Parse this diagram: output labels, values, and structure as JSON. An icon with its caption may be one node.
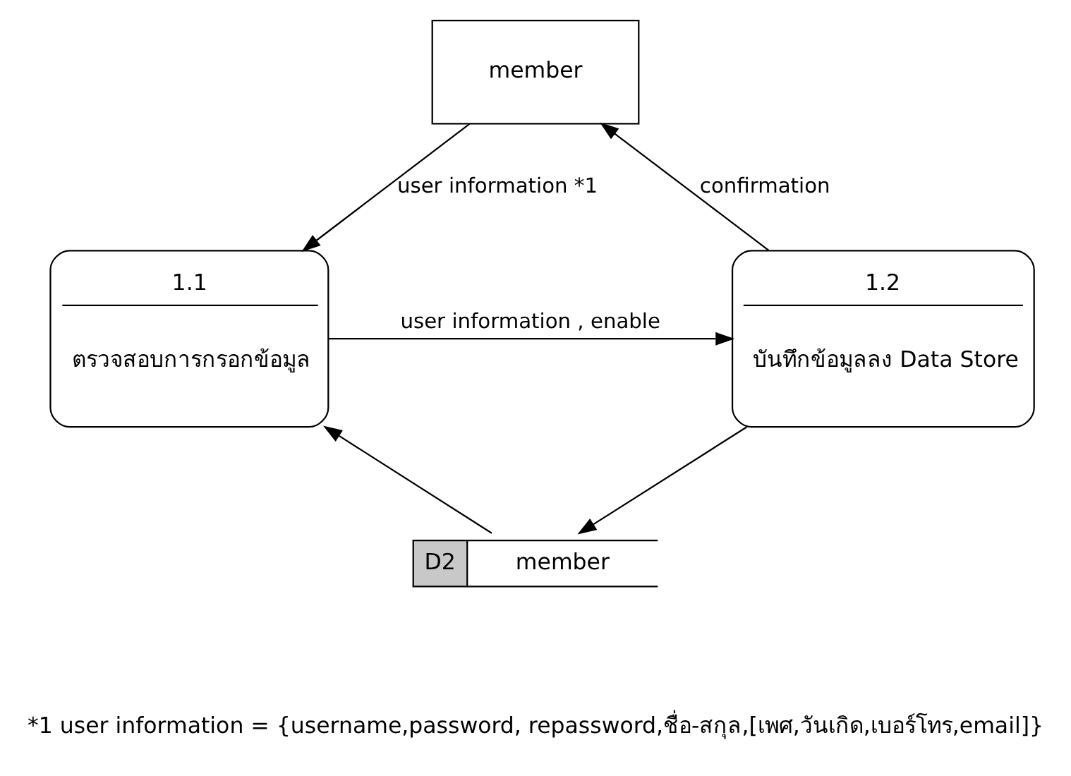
{
  "diagram": {
    "nodes": [
      {
        "text": [
          "member"
        ]
      },
      {
        "text": [
          "1.1",
          "ตรวจสอบการกรอกข้อมูล"
        ]
      },
      {
        "text": [
          "1.2",
          "บันทึกข้อมูลลง Data Store"
        ]
      },
      {
        "text": [
          "D2",
          "member"
        ]
      }
    ],
    "edges": [
      {
        "from": 0,
        "to": 1,
        "arrow": "to",
        "label": "user information *1"
      },
      {
        "from": 1,
        "to": 2,
        "arrow": "to",
        "label": "user information , enable"
      },
      {
        "from": 2,
        "to": 0,
        "arrow": "to",
        "label": "confirmation"
      },
      {
        "from": 2,
        "to": 3,
        "arrow": "to"
      },
      {
        "from": 3,
        "to": 1,
        "arrow": "to"
      }
    ],
    "labels": [
      "*1 user information = {username,password, repassword,ชื่อ-สกุล,[เพศ,วันเกิด,เบอร์โทร,email]}"
    ]
  }
}
